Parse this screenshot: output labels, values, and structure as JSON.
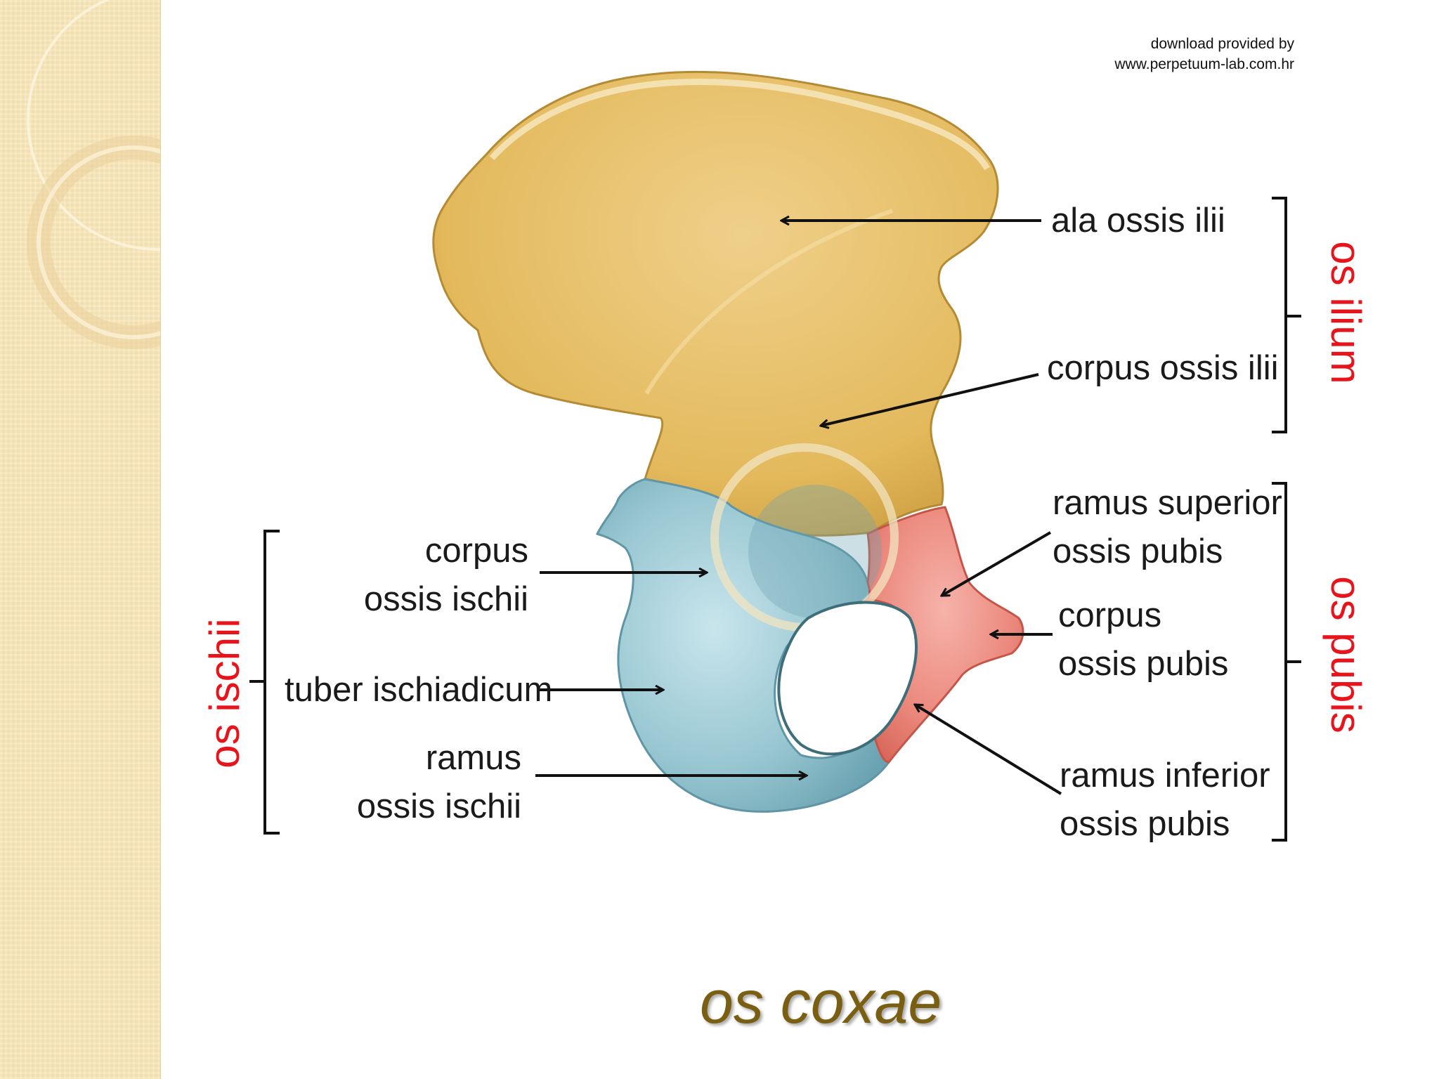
{
  "credit": {
    "line1": "download provided by",
    "line2": "www.perpetuum-lab.com.hr"
  },
  "title": "os coxae",
  "groups": {
    "ilium": "os ilium",
    "pubis": "os pubis",
    "ischii": "os ischii"
  },
  "labels": {
    "ala_ossis_ilii": "ala ossis ilii",
    "corpus_ossis_ilii": "corpus ossis ilii",
    "ramus_superior_line1": "ramus superior",
    "ramus_superior_line2": "ossis pubis",
    "corpus_pubis_line1": "corpus",
    "corpus_pubis_line2": "ossis pubis",
    "ramus_inferior_line1": "ramus inferior",
    "ramus_inferior_line2": "ossis pubis",
    "corpus_ischii_line1": "corpus",
    "corpus_ischii_line2": "ossis ischii",
    "tuber_ischiadicum": "tuber ischiadicum",
    "ramus_ischii_line1": "ramus",
    "ramus_ischii_line2": "ossis ischii"
  },
  "colors": {
    "ilium": "#e6c06a",
    "ischium": "#9ecbd5",
    "pubis": "#ef8c80",
    "group_label": "#e8141b",
    "title": "#7a5e12",
    "sidebar": "#f3dfae"
  }
}
